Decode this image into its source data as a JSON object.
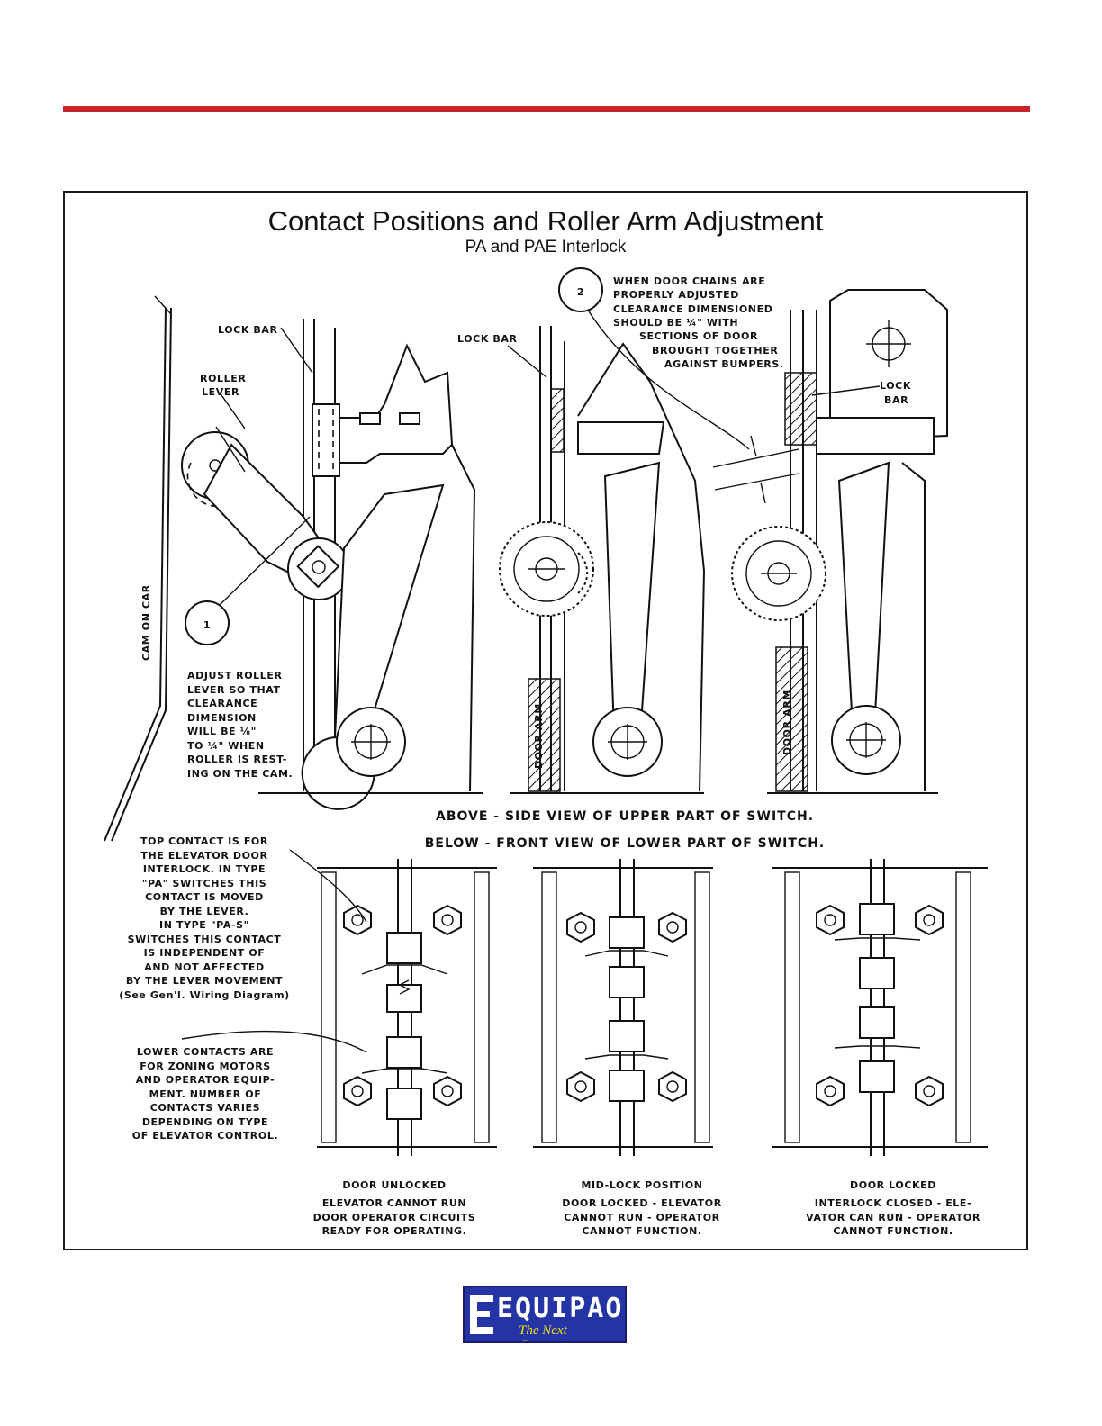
{
  "header": {
    "accent_color": "#c8262b"
  },
  "figure": {
    "title": "Contact Positions and Roller Arm Adjustment",
    "subtitle": "PA and PAE Interlock",
    "labels": {
      "lock_bar_1": "LOCK BAR",
      "lock_bar_2": "LOCK BAR",
      "lock_bar_3_line1": "LOCK",
      "lock_bar_3_line2": "BAR",
      "roller_lever_line1": "ROLLER",
      "roller_lever_line2": "LEVER",
      "cam_on_car": "CAM ON CAR",
      "door_arm_1": "DOOR ARM",
      "door_arm_2": "DOOR ARM",
      "callout_1": "1",
      "callout_2": "2"
    },
    "note_1_lines": [
      "ADJUST ROLLER",
      "LEVER SO THAT",
      "CLEARANCE",
      "DIMENSION",
      "WILL BE ⅛\"",
      "TO ¼\" WHEN",
      "ROLLER IS REST-",
      "ING ON THE CAM."
    ],
    "note_2_lines": [
      "WHEN DOOR CHAINS ARE",
      "PROPERLY ADJUSTED",
      "CLEARANCE DIMENSIONED",
      "SHOULD BE ¼\" WITH",
      "SECTIONS OF DOOR",
      "BROUGHT TOGETHER",
      "AGAINST BUMPERS."
    ],
    "view_above": "ABOVE - SIDE VIEW OF UPPER PART OF SWITCH.",
    "view_below": "BELOW - FRONT VIEW OF LOWER PART OF SWITCH.",
    "top_contact_note_lines": [
      "TOP CONTACT IS FOR",
      "THE ELEVATOR DOOR",
      "INTERLOCK. IN TYPE",
      "\"PA\" SWITCHES THIS",
      "CONTACT IS MOVED",
      "BY THE LEVER.",
      "IN TYPE \"PA-S\"",
      "SWITCHES THIS CONTACT",
      "IS INDEPENDENT OF",
      "AND NOT AFFECTED",
      "BY THE LEVER MOVEMENT",
      "(See Gen'l. Wiring Diagram)"
    ],
    "lower_contact_note_lines": [
      "LOWER CONTACTS ARE",
      "FOR ZONING MOTORS",
      "AND OPERATOR EQUIP-",
      "MENT. NUMBER OF",
      "CONTACTS VARIES",
      "DEPENDING ON TYPE",
      "OF ELEVATOR CONTROL."
    ],
    "positions": [
      {
        "title": "DOOR UNLOCKED",
        "lines": [
          "ELEVATOR CANNOT RUN",
          "DOOR OPERATOR CIRCUITS",
          "READY FOR OPERATING."
        ]
      },
      {
        "title": "MID-LOCK POSITION",
        "lines": [
          "DOOR LOCKED - ELEVATOR",
          "CANNOT RUN - OPERATOR",
          "CANNOT FUNCTION."
        ]
      },
      {
        "title": "DOOR LOCKED",
        "lines": [
          "INTERLOCK CLOSED - ELE-",
          "VATOR CAN RUN - OPERATOR",
          "CANNOT FUNCTION."
        ]
      }
    ]
  },
  "logo": {
    "wordmark": "EQUIPAO",
    "tagline": "The Next Generation",
    "primary_color": "#2434a4",
    "tagline_color": "#f2e21a"
  }
}
